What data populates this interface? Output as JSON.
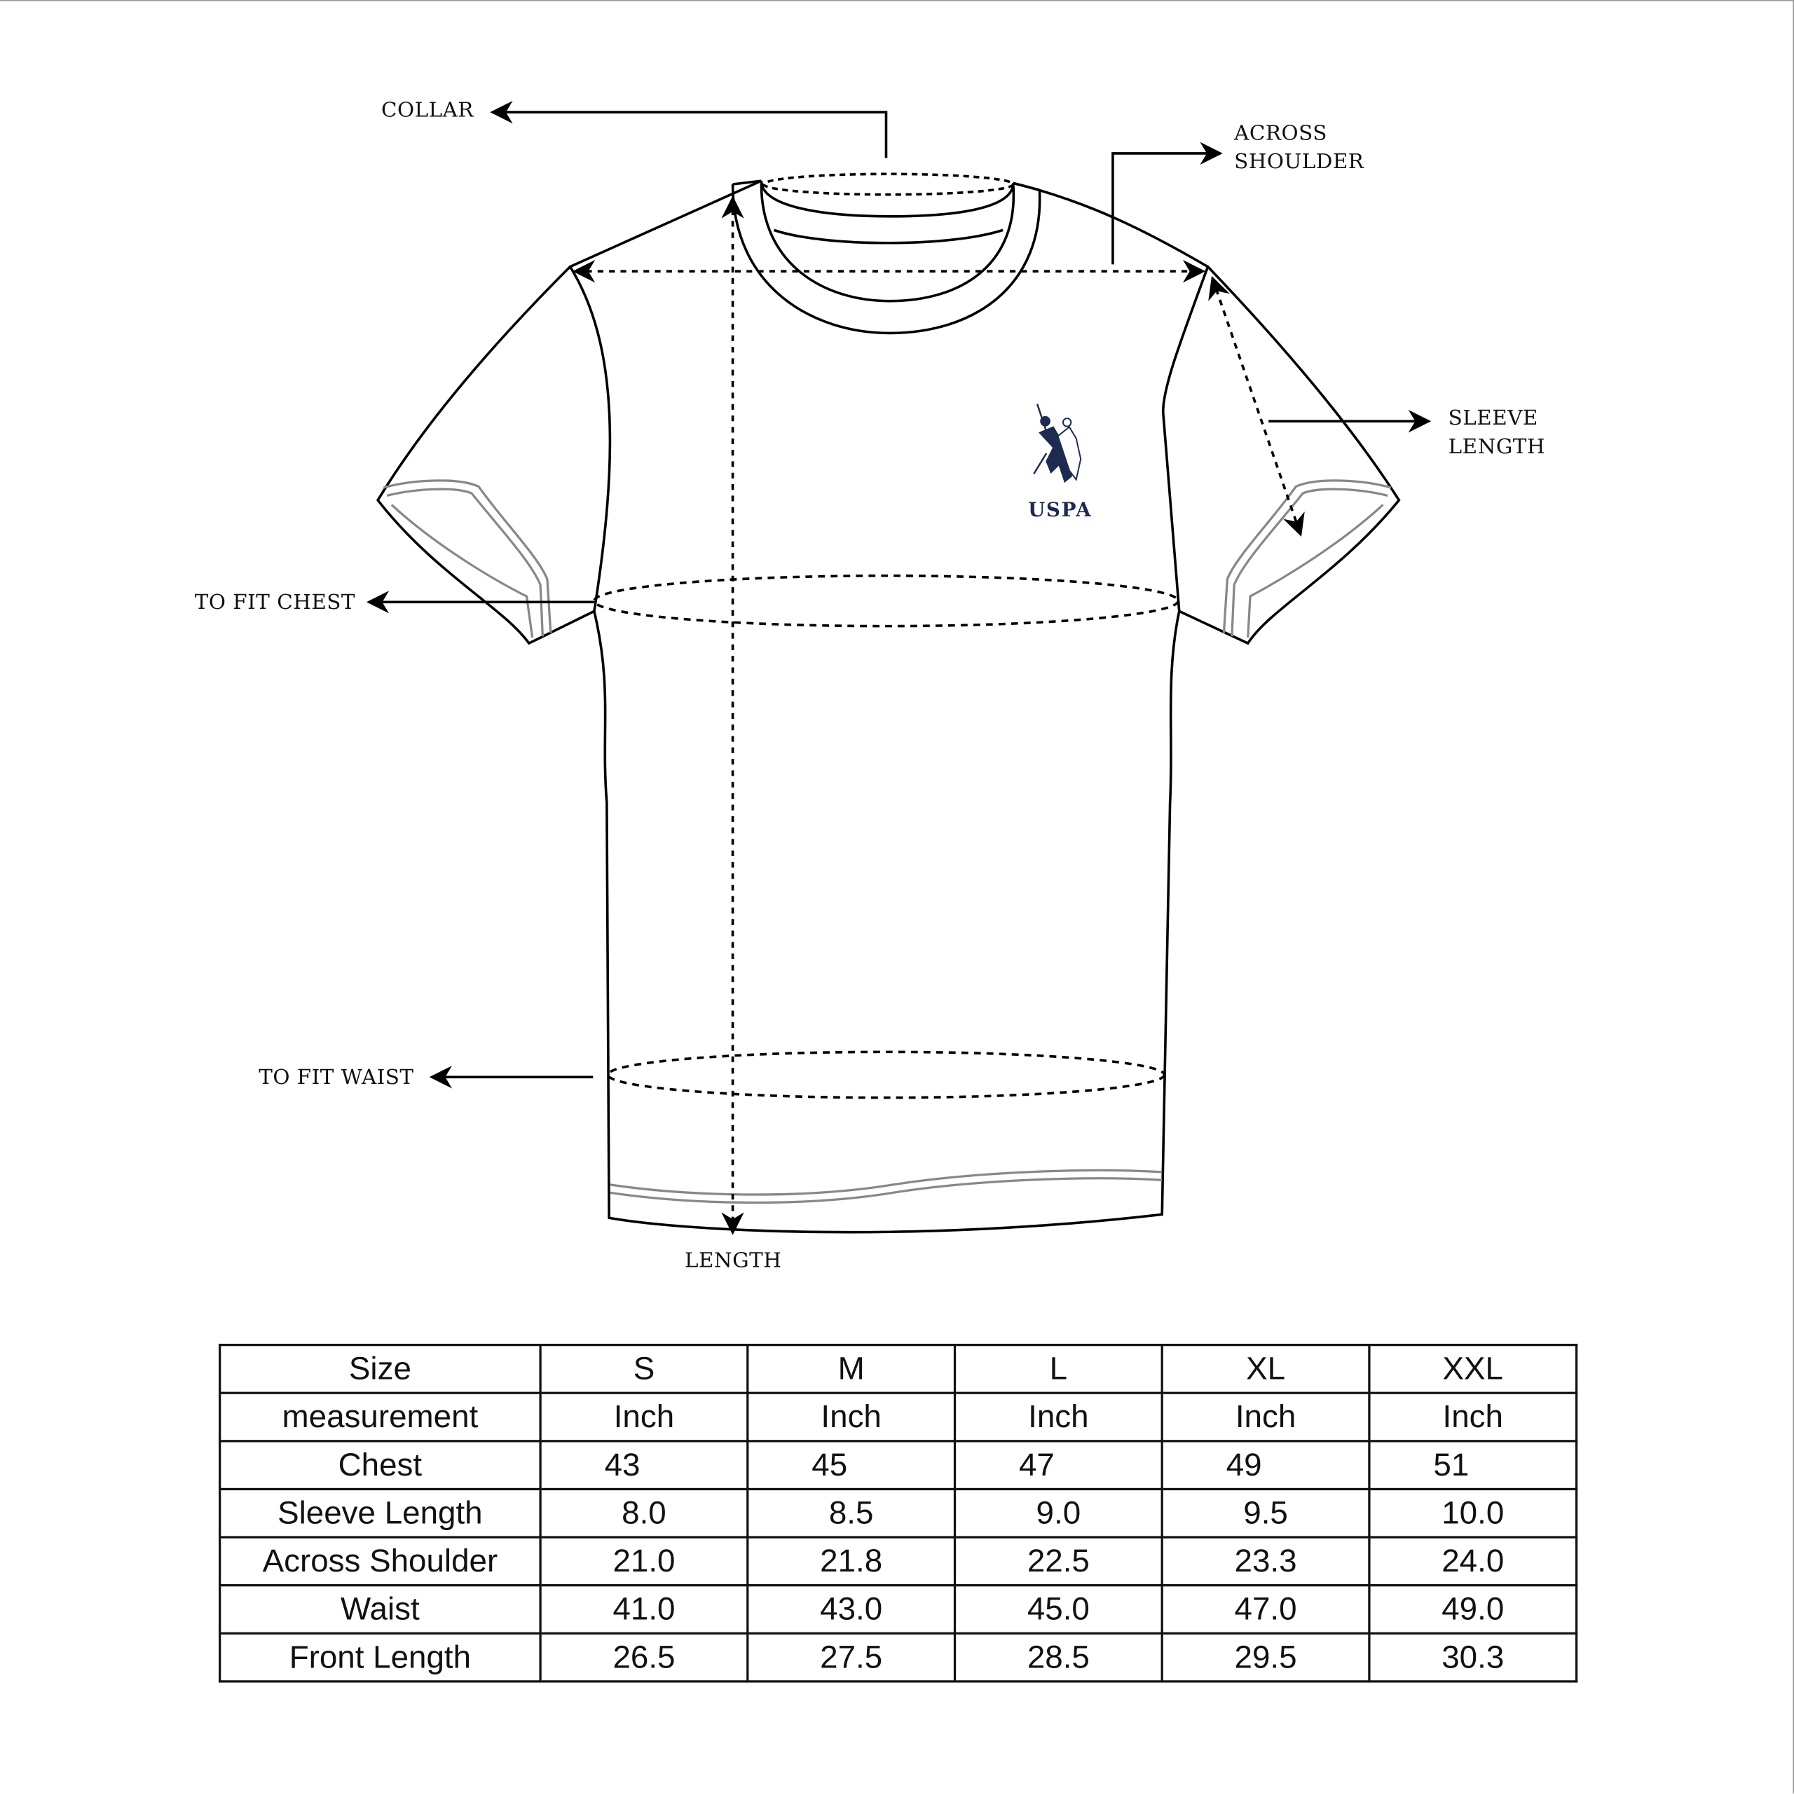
{
  "labels": {
    "collar": "COLLAR",
    "across_shoulder": [
      "ACROSS",
      "SHOULDER"
    ],
    "sleeve_length": [
      "SLEEVE",
      "LENGTH"
    ],
    "to_fit_chest": "TO FIT CHEST",
    "to_fit_waist": "TO FIT WAIST",
    "length": "LENGTH"
  },
  "logo": {
    "text": "USPA",
    "color": "#1c2b4f"
  },
  "size_table": {
    "header": [
      "Size",
      "S",
      "M",
      "L",
      "XL",
      "XXL"
    ],
    "unit_row": [
      "measurement",
      "Inch",
      "Inch",
      "Inch",
      "Inch",
      "Inch"
    ],
    "rows": [
      {
        "label": "Chest",
        "values": [
          "43",
          "45",
          "47",
          "49",
          "51"
        ]
      },
      {
        "label": "Sleeve Length",
        "values": [
          "8.0",
          "8.5",
          "9.0",
          "9.5",
          "10.0"
        ]
      },
      {
        "label": "Across Shoulder",
        "values": [
          "21.0",
          "21.8",
          "22.5",
          "23.3",
          "24.0"
        ]
      },
      {
        "label": "Waist",
        "values": [
          "41.0",
          "43.0",
          "45.0",
          "47.0",
          "49.0"
        ]
      },
      {
        "label": "Front Length",
        "values": [
          "26.5",
          "27.5",
          "28.5",
          "29.5",
          "30.3"
        ]
      }
    ]
  }
}
